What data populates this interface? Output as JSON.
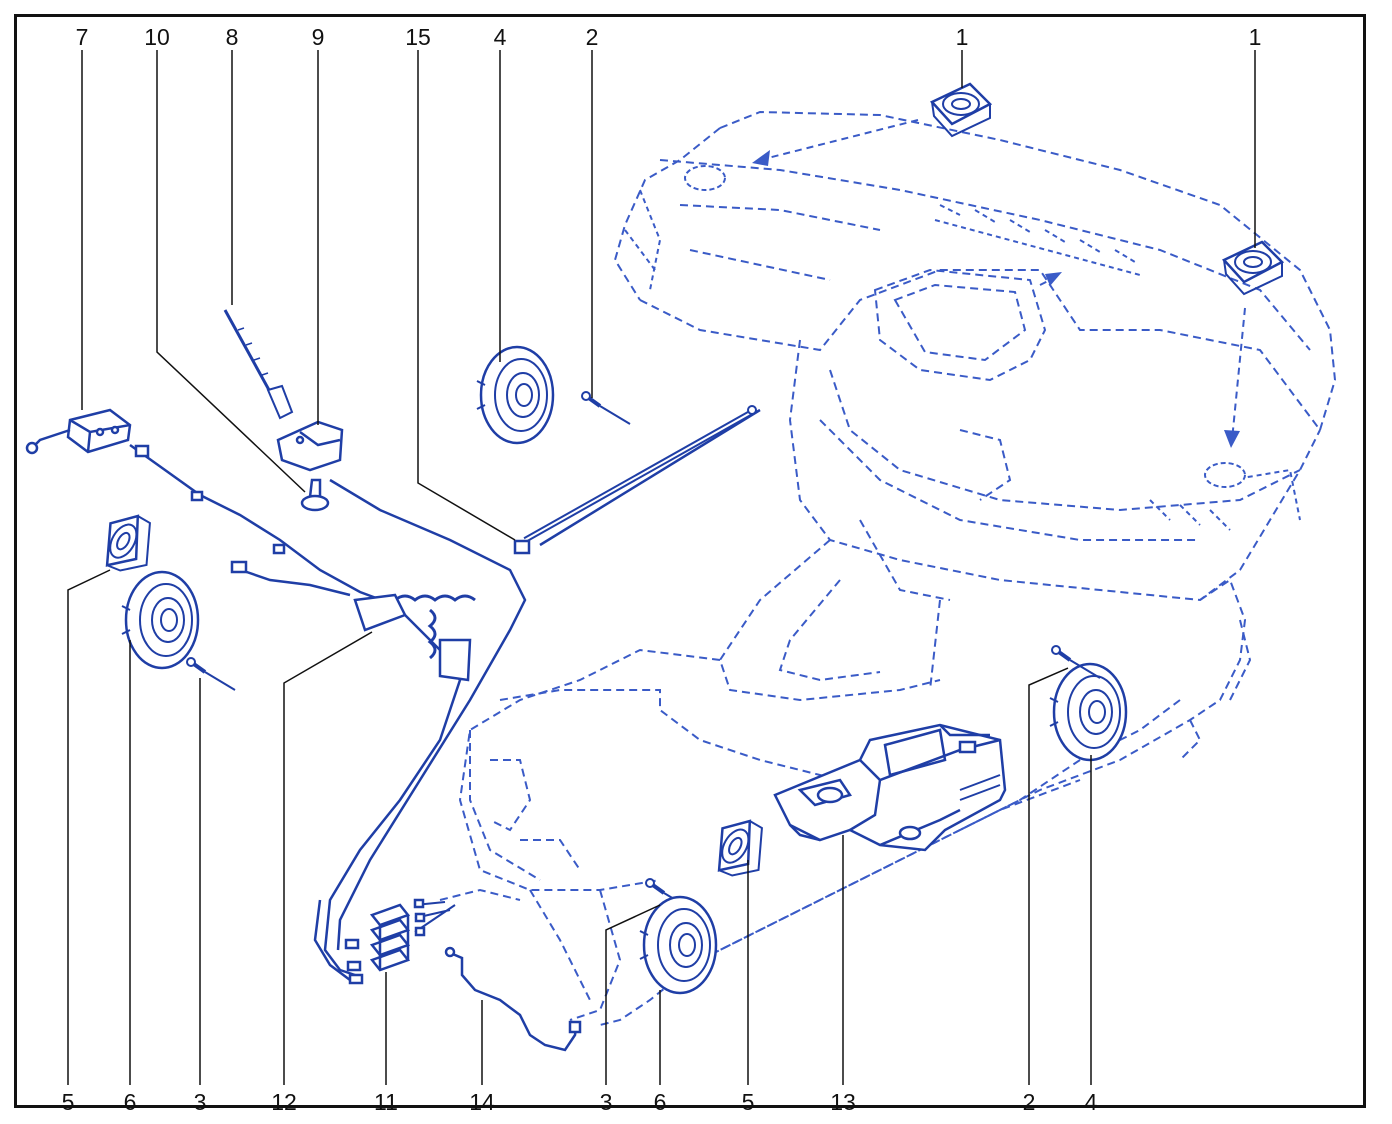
{
  "colors": {
    "line": "#1f3ea6",
    "dash": "#3a5bc7",
    "leader": "#111111"
  },
  "callouts": {
    "top": [
      "7",
      "10",
      "8",
      "9",
      "15",
      "4",
      "2",
      "1",
      "1"
    ],
    "bottom": [
      "5",
      "6",
      "3",
      "12",
      "11",
      "14",
      "3",
      "6",
      "5",
      "13",
      "2",
      "4"
    ]
  }
}
